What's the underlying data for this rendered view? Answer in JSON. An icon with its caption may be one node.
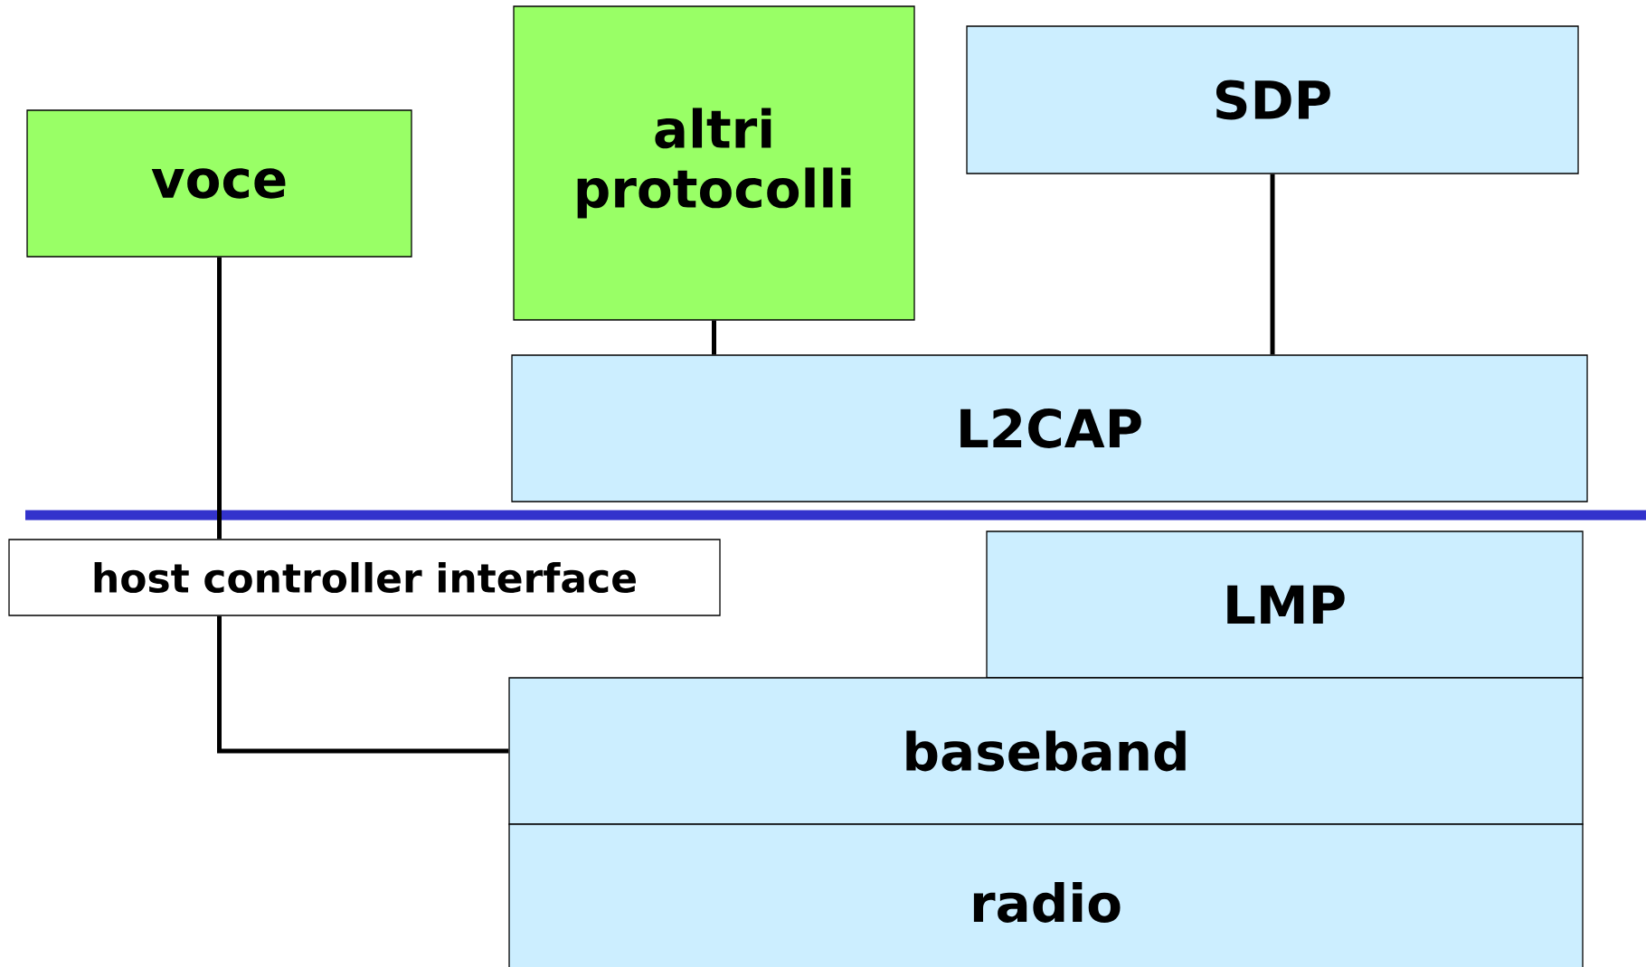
{
  "diagram": {
    "nodes": [
      {
        "text": [
          "voce"
        ]
      },
      {
        "text": [
          "altri protocolli"
        ]
      },
      {
        "text": [
          "SDP"
        ]
      },
      {
        "text": [
          "L2CAP"
        ]
      },
      {
        "text": [
          "host controller interface"
        ]
      },
      {
        "text": [
          "LMP"
        ]
      },
      {
        "text": [
          "baseband"
        ]
      },
      {
        "text": [
          "radio"
        ]
      }
    ],
    "edges": [
      {
        "from": 0,
        "to": 4,
        "arrow": "none"
      },
      {
        "from": 4,
        "to": 6,
        "arrow": "none"
      },
      {
        "from": 1,
        "to": 3,
        "arrow": "none"
      },
      {
        "from": 2,
        "to": 3,
        "arrow": "none"
      }
    ]
  }
}
